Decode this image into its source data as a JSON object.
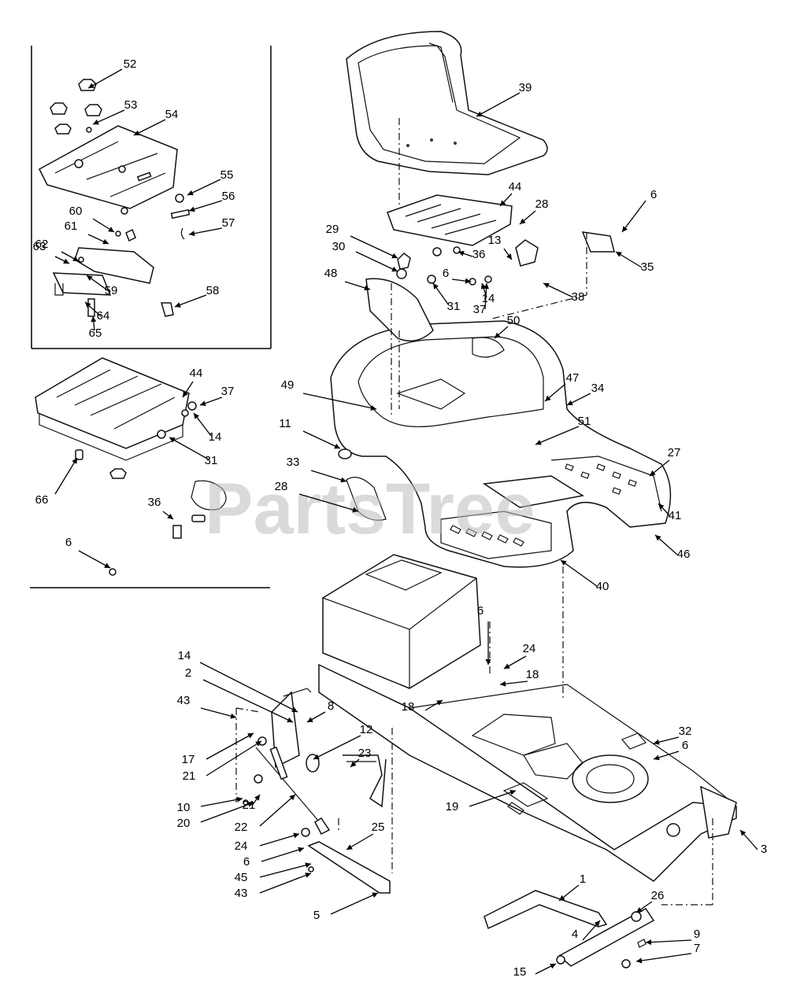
{
  "watermark": "PartsTree",
  "callouts": [
    {
      "id": "c52a",
      "label": "52"
    },
    {
      "id": "c53a",
      "label": "53"
    },
    {
      "id": "c54",
      "label": "54"
    },
    {
      "id": "c55",
      "label": "55"
    },
    {
      "id": "c56",
      "label": "56"
    },
    {
      "id": "c57",
      "label": "57"
    },
    {
      "id": "c60",
      "label": "60"
    },
    {
      "id": "c61",
      "label": "61"
    },
    {
      "id": "c62",
      "label": "62"
    },
    {
      "id": "c63",
      "label": "63"
    },
    {
      "id": "c59",
      "label": "59"
    },
    {
      "id": "c64",
      "label": "64"
    },
    {
      "id": "c65",
      "label": "65"
    },
    {
      "id": "c58",
      "label": "58"
    },
    {
      "id": "c44a",
      "label": "44"
    },
    {
      "id": "c37a",
      "label": "37"
    },
    {
      "id": "c14a",
      "label": "14"
    },
    {
      "id": "c31a",
      "label": "31"
    },
    {
      "id": "c66",
      "label": "66"
    },
    {
      "id": "c36a",
      "label": "36"
    },
    {
      "id": "c6a",
      "label": "6"
    },
    {
      "id": "c39",
      "label": "39"
    },
    {
      "id": "c44b",
      "label": "44"
    },
    {
      "id": "c28a",
      "label": "28"
    },
    {
      "id": "c6b",
      "label": "6"
    },
    {
      "id": "c35",
      "label": "35"
    },
    {
      "id": "c29",
      "label": "29"
    },
    {
      "id": "c30",
      "label": "30"
    },
    {
      "id": "c13",
      "label": "13"
    },
    {
      "id": "c36b",
      "label": "36"
    },
    {
      "id": "c6c",
      "label": "6"
    },
    {
      "id": "c48",
      "label": "48"
    },
    {
      "id": "c31b",
      "label": "31"
    },
    {
      "id": "c14b",
      "label": "14"
    },
    {
      "id": "c37b",
      "label": "37"
    },
    {
      "id": "c38",
      "label": "38"
    },
    {
      "id": "c50",
      "label": "50"
    },
    {
      "id": "c47",
      "label": "47"
    },
    {
      "id": "c34",
      "label": "34"
    },
    {
      "id": "c49",
      "label": "49"
    },
    {
      "id": "c51",
      "label": "51"
    },
    {
      "id": "c11",
      "label": "11"
    },
    {
      "id": "c27",
      "label": "27"
    },
    {
      "id": "c33",
      "label": "33"
    },
    {
      "id": "c28b",
      "label": "28"
    },
    {
      "id": "c41",
      "label": "41"
    },
    {
      "id": "c46",
      "label": "46"
    },
    {
      "id": "c40",
      "label": "40"
    },
    {
      "id": "c6d",
      "label": "6"
    },
    {
      "id": "c24a",
      "label": "24"
    },
    {
      "id": "c18a",
      "label": "18"
    },
    {
      "id": "c18b",
      "label": "18"
    },
    {
      "id": "c14c",
      "label": "14"
    },
    {
      "id": "c2",
      "label": "2"
    },
    {
      "id": "c43a",
      "label": "43"
    },
    {
      "id": "c8",
      "label": "8"
    },
    {
      "id": "c12",
      "label": "12"
    },
    {
      "id": "c17",
      "label": "17"
    },
    {
      "id": "c21a",
      "label": "21"
    },
    {
      "id": "c23",
      "label": "23"
    },
    {
      "id": "c32",
      "label": "32"
    },
    {
      "id": "c6e",
      "label": "6"
    },
    {
      "id": "c10",
      "label": "10"
    },
    {
      "id": "c20",
      "label": "20"
    },
    {
      "id": "c21b",
      "label": "21"
    },
    {
      "id": "c19",
      "label": "19"
    },
    {
      "id": "c22",
      "label": "22"
    },
    {
      "id": "c24b",
      "label": "24"
    },
    {
      "id": "c25",
      "label": "25"
    },
    {
      "id": "c3",
      "label": "3"
    },
    {
      "id": "c6f",
      "label": "6"
    },
    {
      "id": "c45",
      "label": "45"
    },
    {
      "id": "c43b",
      "label": "43"
    },
    {
      "id": "c1",
      "label": "1"
    },
    {
      "id": "c26",
      "label": "26"
    },
    {
      "id": "c5",
      "label": "5"
    },
    {
      "id": "c4",
      "label": "4"
    },
    {
      "id": "c9",
      "label": "9"
    },
    {
      "id": "c7",
      "label": "7"
    },
    {
      "id": "c15",
      "label": "15"
    }
  ]
}
